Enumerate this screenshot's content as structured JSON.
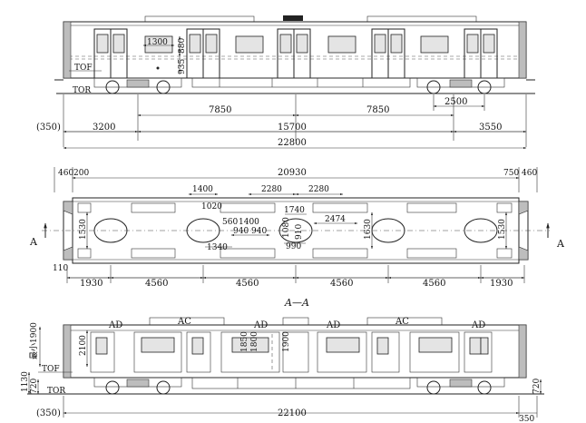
{
  "top_view": {
    "labels": {
      "tof": "TOF",
      "tor": "TOR"
    },
    "dims": {
      "win_w": "1300",
      "win_h1": "880",
      "win_h2": "935",
      "d_7850_a": "7850",
      "d_7850_b": "7850",
      "d_2500": "2500",
      "d_350": "(350)",
      "d_3200": "3200",
      "d_15700": "15700",
      "d_3550": "3550",
      "d_22800": "22800"
    }
  },
  "plan_view": {
    "dims": {
      "d_460_l": "460",
      "d_200": "200",
      "d_20930": "20930",
      "d_750": "750",
      "d_460_r": "460",
      "d_1400_a": "1400",
      "d_2280_a": "2280",
      "d_2280_b": "2280",
      "d_1020": "1020",
      "d_560": "560",
      "d_1400_b": "1400",
      "d_1740": "1740",
      "d_2474": "2474",
      "d_940_a": "940",
      "d_940_b": "940",
      "d_1080": "1080",
      "d_910": "910",
      "d_1340": "1340",
      "d_990": "990",
      "d_1530_l": "1530",
      "d_1530_r": "1530",
      "d_1630": "1630",
      "d_110": "110",
      "b_1930_a": "1930",
      "b_4560_a": "4560",
      "b_4560_b": "4560",
      "b_4560_c": "4560",
      "b_4560_d": "4560",
      "b_1930_b": "1930"
    },
    "section_left": "A",
    "section_right": "A",
    "section_title": "A—A"
  },
  "side_view": {
    "labels": {
      "ad1": "AD",
      "ac1": "AC",
      "ad2": "AD",
      "ad3": "AD",
      "ac2": "AC",
      "ad4": "AD"
    },
    "dims": {
      "min_1900": "最小1900",
      "d_2100": "2100",
      "d_1850": "1850",
      "d_1800": "1800",
      "d_1900": "1900",
      "d_1130": "1130",
      "d_720_l": "720",
      "d_720_r": "720",
      "tof": "TOF",
      "tor": "TOR",
      "d_350": "(350)",
      "d_22100": "22100",
      "d_350_r": "350"
    }
  }
}
